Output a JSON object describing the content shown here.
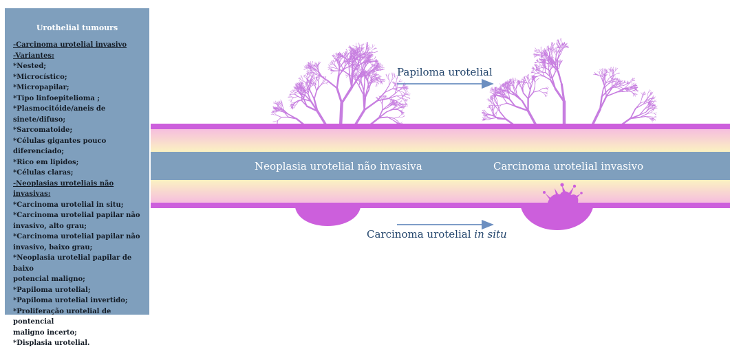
{
  "panel": {
    "title": "Urothelial tumours",
    "items": [
      {
        "text": "-Carcinoma urotelial invasivo",
        "heading": true
      },
      {
        "text": "-Variantes:",
        "heading": true
      },
      {
        "text": "*Nested;",
        "heading": false
      },
      {
        "text": "*Microcístico;",
        "heading": false
      },
      {
        "text": "*Micropapilar;",
        "heading": false
      },
      {
        "text": "*Tipo linfoepitelioma ;",
        "heading": false
      },
      {
        "text": "*Plasmocitóide/aneis de sinete/difuso;",
        "heading": false
      },
      {
        "text": "*Sarcomatoide;",
        "heading": false
      },
      {
        "text": "*Células gigantes pouco diferenciado;",
        "heading": false
      },
      {
        "text": "*Rico em lipidos;",
        "heading": false
      },
      {
        "text": "*Células claras;",
        "heading": false
      },
      {
        "text": "-Neoplasias uroteliais não invasivas:",
        "heading": true
      },
      {
        "text": "*Carcinoma urotelial in situ;",
        "heading": false
      },
      {
        "text": "*Carcinoma urotelial papilar não\ninvasivo, alto grau;",
        "heading": false
      },
      {
        "text": "*Carcinoma urotelial papilar não\ninvasivo, baixo grau;",
        "heading": false
      },
      {
        "text": "*Neoplasia urotelial papilar de baixo\npotencial maligno;",
        "heading": false
      },
      {
        "text": "*Papiloma urotelial;",
        "heading": false
      },
      {
        "text": "*Papiloma urotelial invertido;",
        "heading": false
      },
      {
        "text": "*Proliferação urotelial de pontencial\nmaligno incerto;",
        "heading": false
      },
      {
        "text": "*Displasia urotelial.",
        "heading": false
      }
    ]
  },
  "diagram": {
    "band_left_label": "Neoplasia urotelial não invasiva",
    "band_right_label": "Carcinoma urotelial invasivo",
    "top_annotation": "Papiloma urotelial",
    "bottom_annotation_main": "Carcinoma urotelial ",
    "bottom_annotation_italic": "in situ"
  },
  "colors": {
    "panel_bg": "#7f9fbd",
    "band_blue": "#7f9fbd",
    "membrane_magenta": "#cc5fdc",
    "papilloma_violet": "#c77ee0",
    "gradient_pink": "#f6bede",
    "gradient_yellow": "#fbf2c2",
    "arrow_blue": "#6c8fc0",
    "annotation_text": "#23456c"
  },
  "icons": [
    "papilloma-tree-icon",
    "arrow-right-icon"
  ]
}
